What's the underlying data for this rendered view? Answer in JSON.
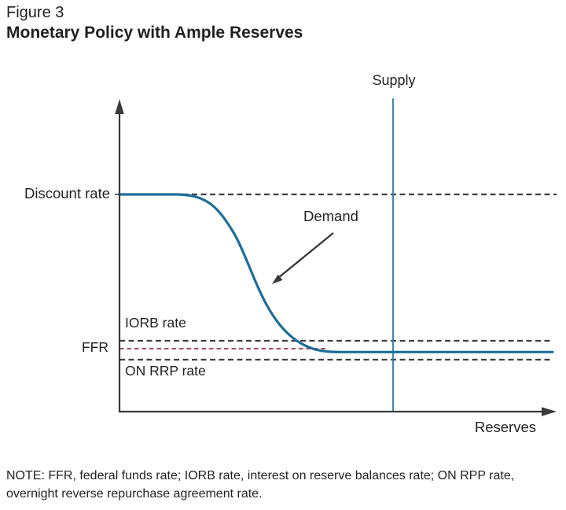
{
  "figure": {
    "label": "Figure 3",
    "title": "Monetary Policy with Ample Reserves"
  },
  "labels": {
    "supply": "Supply",
    "demand": "Demand",
    "discount_rate": "Discount rate",
    "iorb_rate": "IORB rate",
    "ffr": "FFR",
    "on_rrp_rate": "ON RRP rate",
    "x_axis": "Reserves"
  },
  "note": "NOTE: FFR, federal funds rate; IORB rate, interest on reserve balances rate; ON RPP rate, overnight reverse repurchase agreement rate.",
  "colors": {
    "demand_blue": "#1e6d98",
    "supply_blue": "#2a7ba3",
    "ffr_red": "#ac4a5f",
    "dashed_black": "#3f3f3f",
    "axis_black": "#3a3a3a",
    "text": "#231f20"
  },
  "chart_data": {
    "type": "line",
    "title": "Monetary Policy with Ample Reserves",
    "xlabel": "Reserves",
    "ylabel": "",
    "axes_numeric": false,
    "xlim": [
      0,
      1
    ],
    "ylim": [
      0,
      1
    ],
    "grid": false,
    "series": [
      {
        "name": "Demand",
        "shape": "flat-sigmoid-flat",
        "color": "#1e6d98",
        "x": [
          0.0,
          0.14,
          0.26,
          0.36,
          0.45,
          0.53,
          1.0
        ],
        "y": [
          0.72,
          0.72,
          0.59,
          0.33,
          0.215,
          0.198,
          0.198
        ],
        "starts_at_level": "Discount rate",
        "flattens_at_level": "just below FFR"
      },
      {
        "name": "Supply",
        "shape": "vertical-line",
        "color": "#2a7ba3",
        "x": 0.63,
        "y_range": [
          0.0,
          1.0
        ]
      }
    ],
    "reference_lines": [
      {
        "label": "Discount rate",
        "y": 0.72,
        "style": "dashed",
        "color": "#3f3f3f",
        "label_side": "left-outside"
      },
      {
        "label": "IORB rate",
        "y": 0.235,
        "style": "dashed",
        "color": "#3f3f3f",
        "label_side": "above-inside"
      },
      {
        "label": "FFR",
        "y": 0.209,
        "style": "dashed",
        "color": "#ac4a5f",
        "label_side": "left-outside",
        "note": "red dashed, partially hidden under flat demand curve on the right"
      },
      {
        "label": "ON RRP rate",
        "y": 0.172,
        "style": "dashed",
        "color": "#3f3f3f",
        "label_side": "below-inside"
      }
    ],
    "annotations": [
      {
        "text": "Demand",
        "arrow_from": [
          0.49,
          0.595
        ],
        "arrow_to": [
          0.352,
          0.425
        ]
      },
      {
        "text": "Supply",
        "position": "above supply line, outside plot top"
      }
    ],
    "legend": "none"
  }
}
